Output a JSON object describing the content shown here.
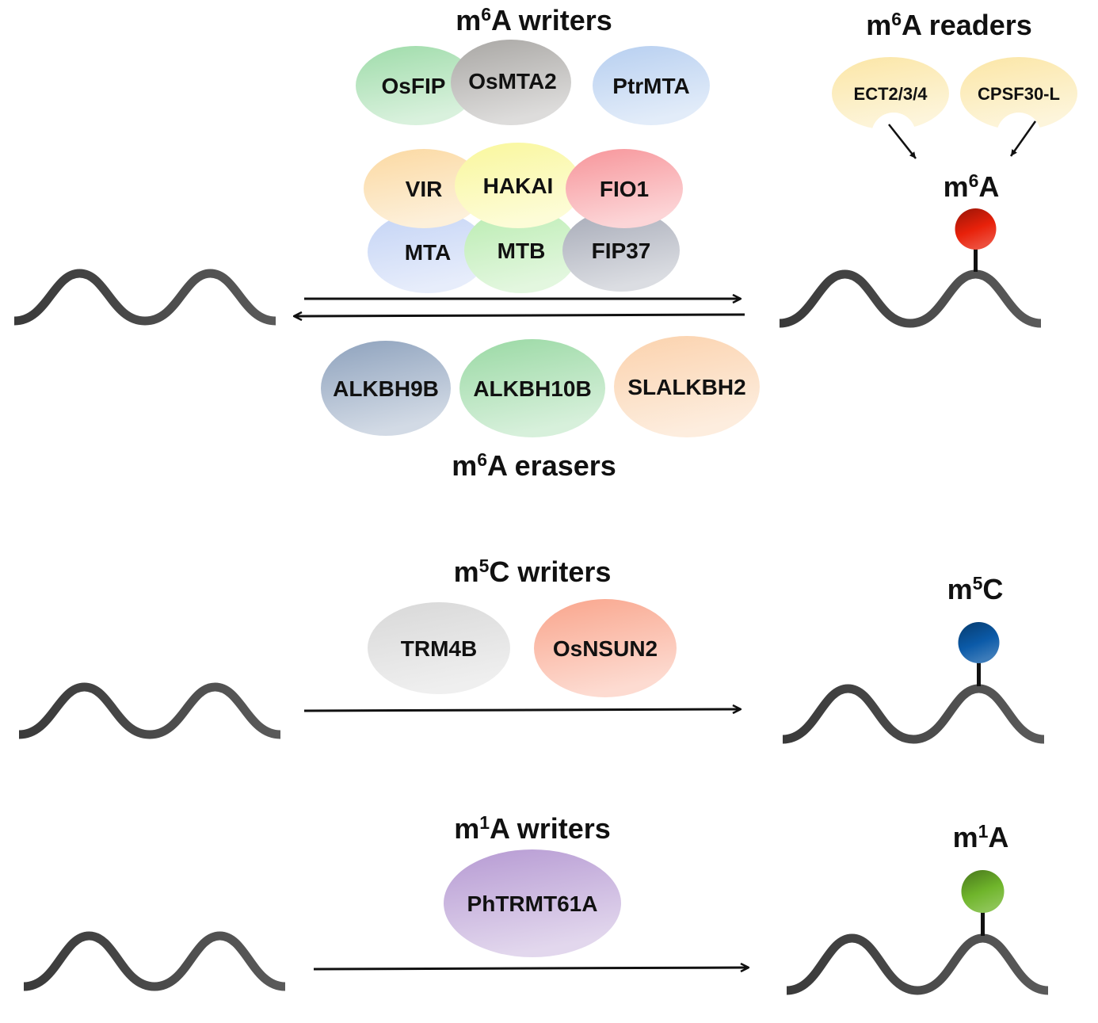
{
  "sections": {
    "m6A": {
      "writers_title": {
        "base": "m",
        "sup": "6",
        "rest": "A writers"
      },
      "readers_title": {
        "base": "m",
        "sup": "6",
        "rest": "A readers"
      },
      "erasers_title": {
        "base": "m",
        "sup": "6",
        "rest": "A erasers"
      },
      "mark_label": {
        "base": "m",
        "sup": "6",
        "rest": "A"
      },
      "mark_color": "#e8210a",
      "writers_top": [
        {
          "name": "OsFIP",
          "color": "#9fdcaa"
        },
        {
          "name": "OsMTA2",
          "color": "#a9a7a4"
        },
        {
          "name": "PtrMTA",
          "color": "#b7cff0"
        }
      ],
      "writers_complex": [
        {
          "name": "VIR",
          "color": "#fbd9a2"
        },
        {
          "name": "HAKAI",
          "color": "#f9f79c"
        },
        {
          "name": "FIO1",
          "color": "#f7959a"
        },
        {
          "name": "MTA",
          "color": "#c3d3f5"
        },
        {
          "name": "MTB",
          "color": "#b9ecb0"
        },
        {
          "name": "FIP37",
          "color": "#a6aab7"
        }
      ],
      "readers": [
        {
          "name": "ECT2/3/4",
          "color": "#fbe6a6"
        },
        {
          "name": "CPSF30-L",
          "color": "#fbe6a6"
        }
      ],
      "erasers": [
        {
          "name": "ALKBH9B",
          "color": "#8ea2bd"
        },
        {
          "name": "ALKBH10B",
          "color": "#9ad9a4"
        },
        {
          "name": "SLALKBH2",
          "color": "#fbd2ad"
        }
      ]
    },
    "m5C": {
      "writers_title": {
        "base": "m",
        "sup": "5",
        "rest": "C writers"
      },
      "mark_label": {
        "base": "m",
        "sup": "5",
        "rest": "C"
      },
      "mark_color": "#0b5aa8",
      "writers": [
        {
          "name": "TRM4B",
          "color": "#d8d8d8"
        },
        {
          "name": "OsNSUN2",
          "color": "#f9a58c"
        }
      ]
    },
    "m1A": {
      "writers_title": {
        "base": "m",
        "sup": "1",
        "rest": "A writers"
      },
      "mark_label": {
        "base": "m",
        "sup": "1",
        "rest": "A"
      },
      "mark_color": "#6fb52b",
      "writers": [
        {
          "name": "PhTRMT61A",
          "color": "#b69ad3"
        }
      ]
    }
  }
}
